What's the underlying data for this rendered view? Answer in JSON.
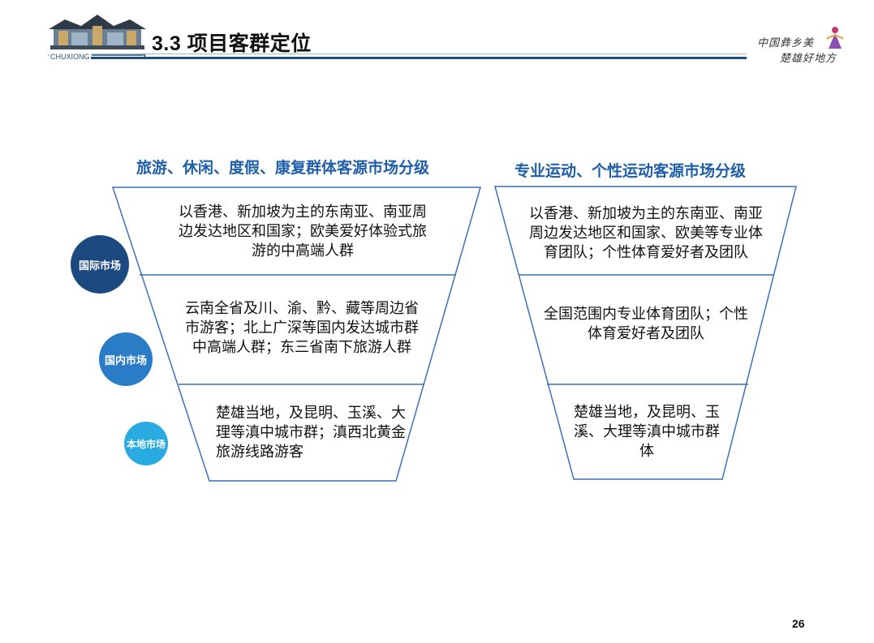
{
  "header": {
    "logo_caption": "CHUXIONG",
    "title": "3.3 项目客群定位",
    "brand_line1": "中国彝乡美",
    "brand_line2": "楚雄好地方"
  },
  "markets": {
    "international": "国际市场",
    "domestic": "国内市场",
    "local": "本地市场"
  },
  "left_funnel": {
    "title": "旅游、休闲、度假、康复群体客源市场分级",
    "tier1": "以香港、新加坡为主的东南亚、南亚周边发达地区和国家；欧美爱好体验式旅游的中高端人群",
    "tier2": "云南全省及川、渝、黔、藏等周边省市游客；北上广深等国内发达城市群中高端人群；东三省南下旅游人群",
    "tier3": "楚雄当地，及昆明、玉溪、大理等滇中城市群；滇西北黄金旅游线路游客"
  },
  "right_funnel": {
    "title": "专业运动、个性运动客源市场分级",
    "tier1": "以香港、新加坡为主的东南亚、南亚周边发达地区和国家、欧美等专业体育团队；个性体育爱好者及团队",
    "tier2": "全国范围内专业体育团队；个性体育爱好者及团队",
    "tier3": "楚雄当地，及昆明、玉溪、大理等滇中城市群体"
  },
  "colors": {
    "title_blue": "#1f5ea8",
    "funnel_line": "#3f6fb6",
    "intl_circle": "#1c4a80",
    "domestic_circle": "#2a7cc7",
    "local_circle": "#29aae1"
  },
  "footer": {
    "page_number": "26"
  }
}
